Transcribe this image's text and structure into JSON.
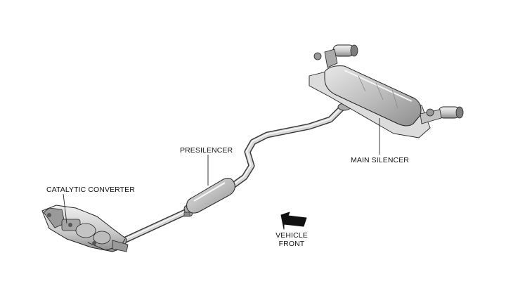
{
  "labels": {
    "catalytic_converter": "CATALYTIC CONVERTER",
    "presilencer": "PRESILENCER",
    "main_silencer": "MAIN SILENCER",
    "vehicle_front_line1": "VEHICLE",
    "vehicle_front_line2": "FRONT"
  },
  "icons": {
    "direction": "front-direction-arrow-icon"
  },
  "colors": {
    "line": "#222222",
    "metal_light": "#e6e6e6",
    "metal_mid": "#bdbdbd",
    "metal_dark": "#7a7a7a",
    "arrow": "#111111"
  }
}
